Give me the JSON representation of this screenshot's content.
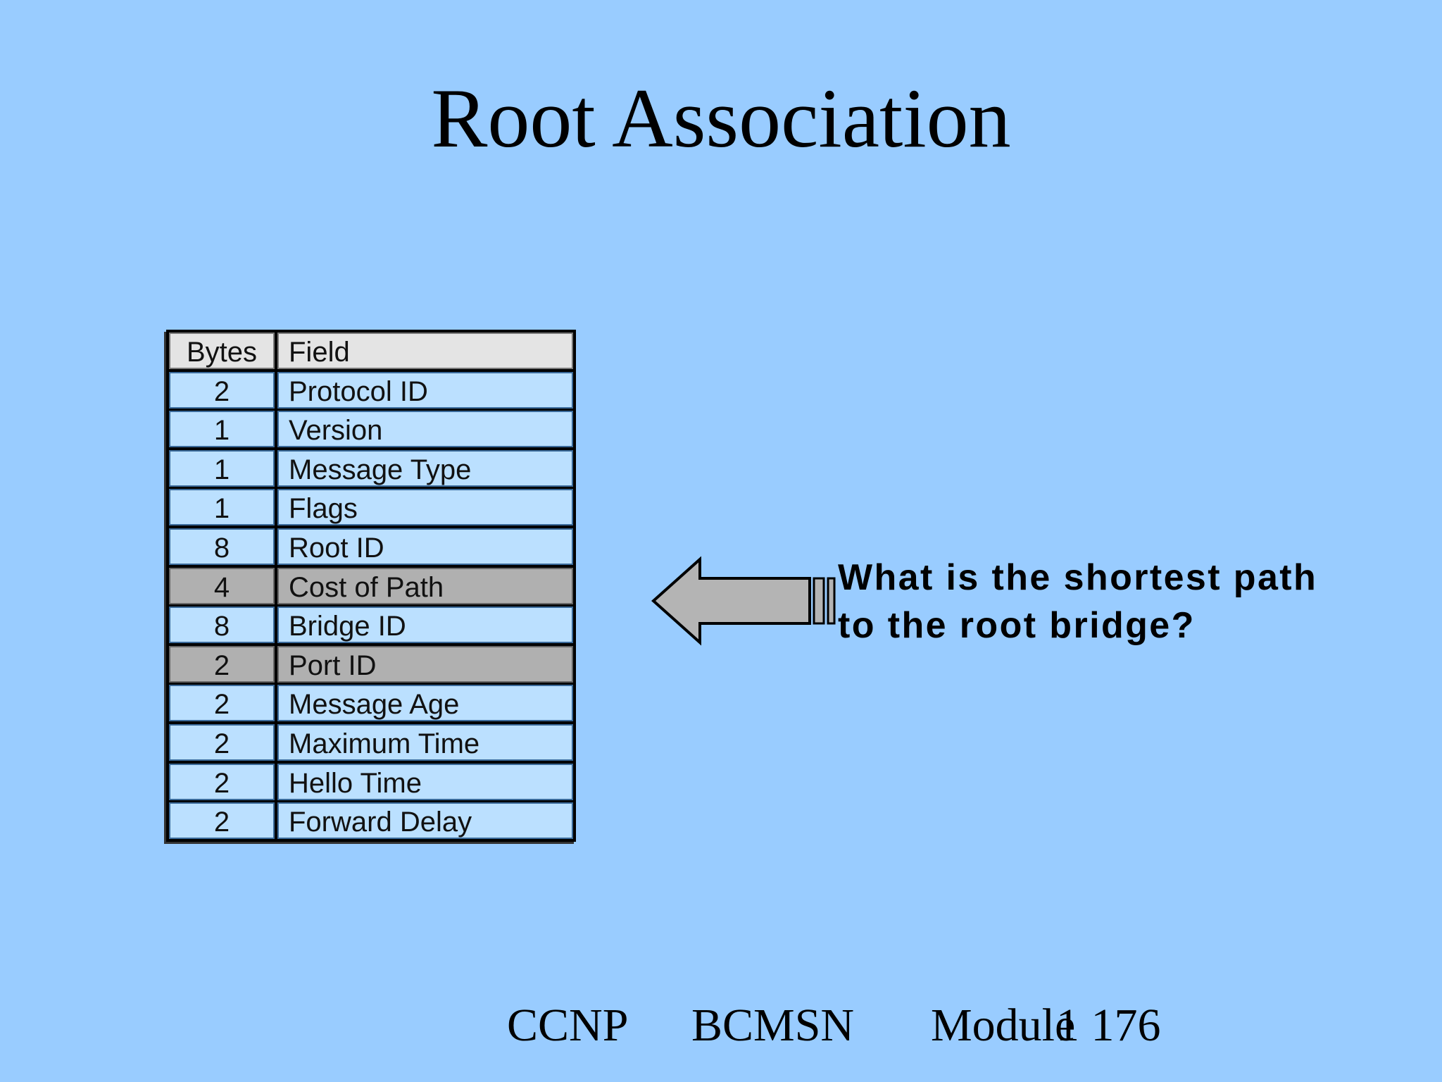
{
  "slide": {
    "title": "Root Association",
    "question_line1": "What is the shortest path",
    "question_line2": "to the root bridge?"
  },
  "table": {
    "headers": {
      "bytes": "Bytes",
      "field": "Field"
    },
    "rows": [
      {
        "bytes": "2",
        "field": "Protocol ID",
        "highlight": false
      },
      {
        "bytes": "1",
        "field": "Version",
        "highlight": false
      },
      {
        "bytes": "1",
        "field": "Message Type",
        "highlight": false
      },
      {
        "bytes": "1",
        "field": "Flags",
        "highlight": false
      },
      {
        "bytes": "8",
        "field": "Root ID",
        "highlight": false
      },
      {
        "bytes": "4",
        "field": "Cost of Path",
        "highlight": true
      },
      {
        "bytes": "8",
        "field": "Bridge ID",
        "highlight": false
      },
      {
        "bytes": "2",
        "field": "Port ID",
        "highlight": true
      },
      {
        "bytes": "2",
        "field": "Message Age",
        "highlight": false
      },
      {
        "bytes": "2",
        "field": "Maximum Time",
        "highlight": false
      },
      {
        "bytes": "2",
        "field": "Hello Time",
        "highlight": false
      },
      {
        "bytes": "2",
        "field": "Forward Delay",
        "highlight": false
      }
    ]
  },
  "footer": {
    "course": "CCNP",
    "subject": "BCMSN",
    "module": "Module",
    "page": "1 176"
  },
  "colors": {
    "background": "#99ccff",
    "cell": "#bbe0ff",
    "header_cell": "#e4e4e4",
    "highlight_cell": "#b0b0b0",
    "arrow_fill": "#b4b4b4"
  },
  "icons": {
    "arrow": "left-arrow-icon"
  }
}
